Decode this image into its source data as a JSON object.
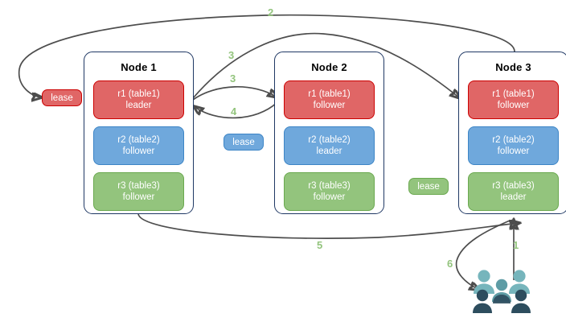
{
  "diagram": {
    "title": "distributed-lease-range-diagram",
    "palette": {
      "red": "#e06666",
      "red_border": "#cc0000",
      "blue": "#6fa8dc",
      "blue_border": "#3d85c6",
      "green": "#93c47d",
      "green_border": "#6aa84f",
      "node_border": "#1f3864",
      "arrow": "#4d4d4d",
      "step_label": "#93c47d",
      "users_light": "#76b5bc",
      "users_dark": "#2d4d5e"
    },
    "nodes": [
      {
        "id": "node-1",
        "title": "Node 1",
        "replicas": [
          {
            "name": "r1 (table1)",
            "role": "leader",
            "color": "red"
          },
          {
            "name": "r2 (table2)",
            "role": "follower",
            "color": "blue"
          },
          {
            "name": "r3 (table3)",
            "role": "follower",
            "color": "green"
          }
        ]
      },
      {
        "id": "node-2",
        "title": "Node 2",
        "replicas": [
          {
            "name": "r1 (table1)",
            "role": "follower",
            "color": "red"
          },
          {
            "name": "r2 (table2)",
            "role": "leader",
            "color": "blue"
          },
          {
            "name": "r3 (table3)",
            "role": "follower",
            "color": "green"
          }
        ]
      },
      {
        "id": "node-3",
        "title": "Node 3",
        "replicas": [
          {
            "name": "r1 (table1)",
            "role": "follower",
            "color": "red"
          },
          {
            "name": "r2 (table2)",
            "role": "follower",
            "color": "blue"
          },
          {
            "name": "r3 (table3)",
            "role": "leader",
            "color": "green"
          }
        ]
      }
    ],
    "leases": [
      {
        "id": "lease-r1",
        "label": "lease",
        "color": "red"
      },
      {
        "id": "lease-r2",
        "label": "lease",
        "color": "blue"
      },
      {
        "id": "lease-r3",
        "label": "lease",
        "color": "green"
      }
    ],
    "steps": [
      {
        "id": "step-1",
        "label": "1"
      },
      {
        "id": "step-2",
        "label": "2"
      },
      {
        "id": "step-3a",
        "label": "3"
      },
      {
        "id": "step-3b",
        "label": "3"
      },
      {
        "id": "step-4",
        "label": "4"
      },
      {
        "id": "step-5",
        "label": "5"
      },
      {
        "id": "step-6",
        "label": "6"
      }
    ],
    "actors": {
      "users_label": "users-group-icon"
    }
  }
}
